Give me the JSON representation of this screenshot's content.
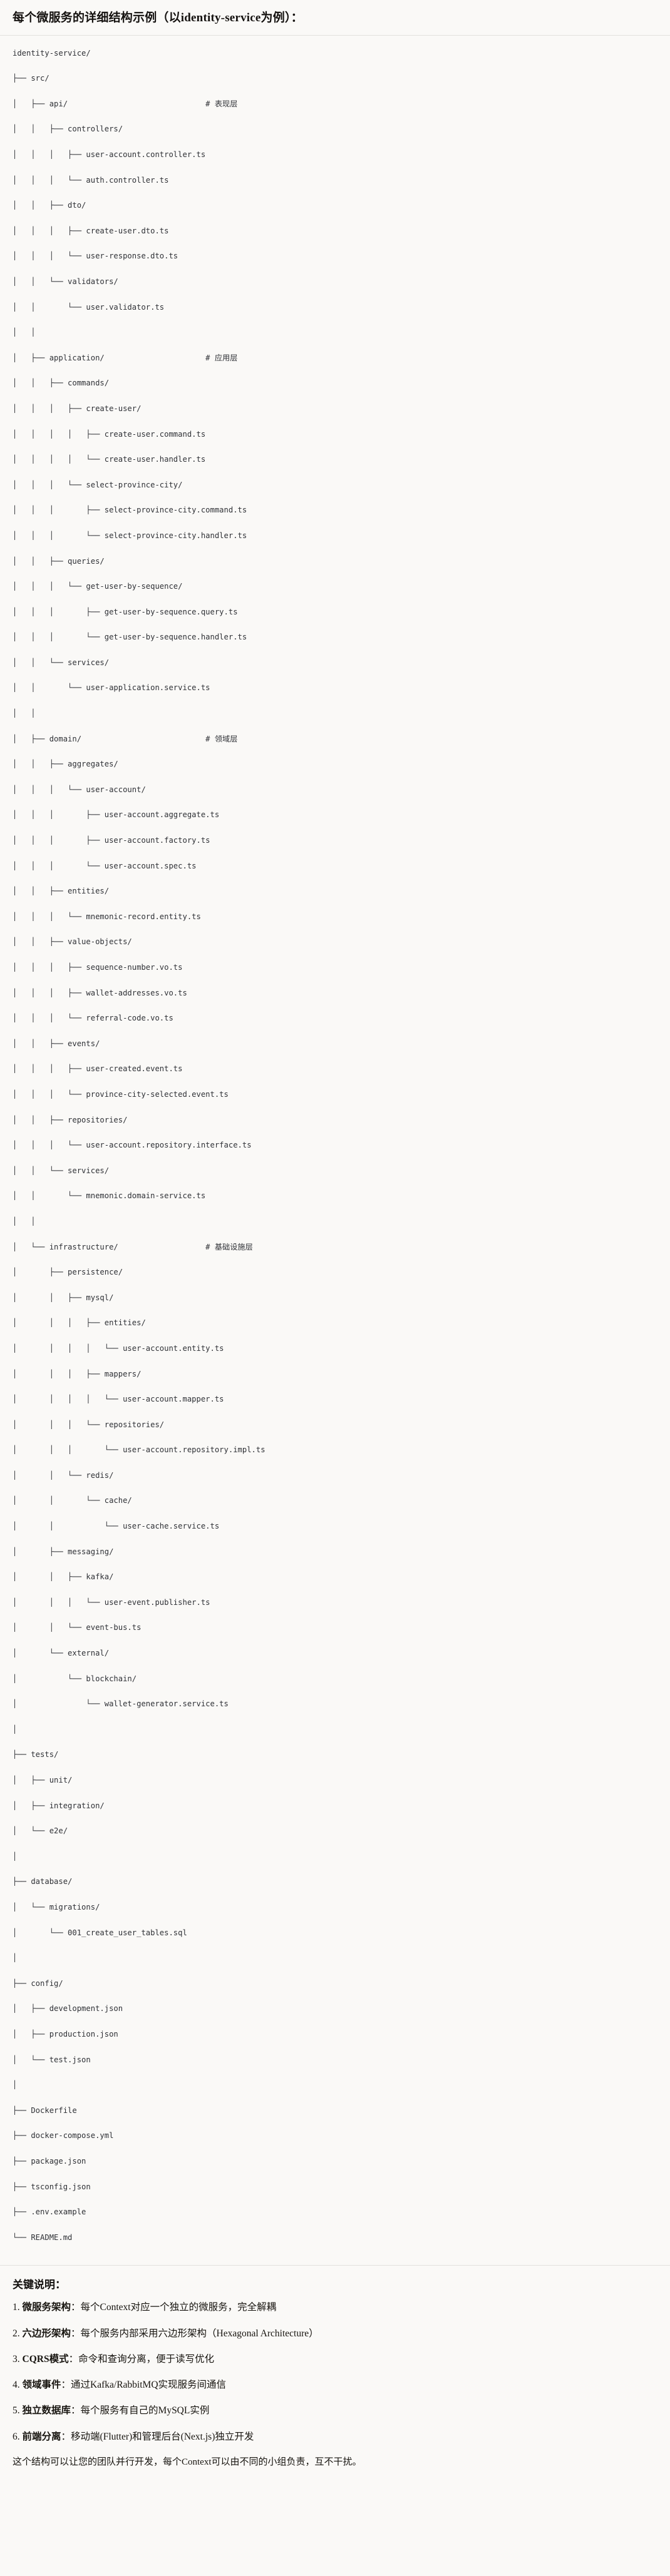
{
  "header": {
    "title": "每个微服务的详细结构示例（以identity-service为例）："
  },
  "tree": {
    "root": "identity-service/",
    "lines": [
      "identity-service/",
      "├── src/",
      "│   ├── api/                              # 表现层",
      "│   │   ├── controllers/",
      "│   │   │   ├── user-account.controller.ts",
      "│   │   │   └── auth.controller.ts",
      "│   │   ├── dto/",
      "│   │   │   ├── create-user.dto.ts",
      "│   │   │   └── user-response.dto.ts",
      "│   │   └── validators/",
      "│   │       └── user.validator.ts",
      "│   │",
      "│   ├── application/                      # 应用层",
      "│   │   ├── commands/",
      "│   │   │   ├── create-user/",
      "│   │   │   │   ├── create-user.command.ts",
      "│   │   │   │   └── create-user.handler.ts",
      "│   │   │   └── select-province-city/",
      "│   │   │       ├── select-province-city.command.ts",
      "│   │   │       └── select-province-city.handler.ts",
      "│   │   ├── queries/",
      "│   │   │   └── get-user-by-sequence/",
      "│   │   │       ├── get-user-by-sequence.query.ts",
      "│   │   │       └── get-user-by-sequence.handler.ts",
      "│   │   └── services/",
      "│   │       └── user-application.service.ts",
      "│   │",
      "│   ├── domain/                           # 领域层",
      "│   │   ├── aggregates/",
      "│   │   │   └── user-account/",
      "│   │   │       ├── user-account.aggregate.ts",
      "│   │   │       ├── user-account.factory.ts",
      "│   │   │       └── user-account.spec.ts",
      "│   │   ├── entities/",
      "│   │   │   └── mnemonic-record.entity.ts",
      "│   │   ├── value-objects/",
      "│   │   │   ├── sequence-number.vo.ts",
      "│   │   │   ├── wallet-addresses.vo.ts",
      "│   │   │   └── referral-code.vo.ts",
      "│   │   ├── events/",
      "│   │   │   ├── user-created.event.ts",
      "│   │   │   └── province-city-selected.event.ts",
      "│   │   ├── repositories/",
      "│   │   │   └── user-account.repository.interface.ts",
      "│   │   └── services/",
      "│   │       └── mnemonic.domain-service.ts",
      "│   │",
      "│   └── infrastructure/                   # 基础设施层",
      "│       ├── persistence/",
      "│       │   ├── mysql/",
      "│       │   │   ├── entities/",
      "│       │   │   │   └── user-account.entity.ts",
      "│       │   │   ├── mappers/",
      "│       │   │   │   └── user-account.mapper.ts",
      "│       │   │   └── repositories/",
      "│       │   │       └── user-account.repository.impl.ts",
      "│       │   └── redis/",
      "│       │       └── cache/",
      "│       │           └── user-cache.service.ts",
      "│       ├── messaging/",
      "│       │   ├── kafka/",
      "│       │   │   └── user-event.publisher.ts",
      "│       │   └── event-bus.ts",
      "│       └── external/",
      "│           └── blockchain/",
      "│               └── wallet-generator.service.ts",
      "│",
      "├── tests/",
      "│   ├── unit/",
      "│   ├── integration/",
      "│   └── e2e/",
      "│",
      "├── database/",
      "│   └── migrations/",
      "│       └── 001_create_user_tables.sql",
      "│",
      "├── config/",
      "│   ├── development.json",
      "│   ├── production.json",
      "│   └── test.json",
      "│",
      "├── Dockerfile",
      "├── docker-compose.yml",
      "├── package.json",
      "├── tsconfig.json",
      "├── .env.example",
      "└── README.md"
    ],
    "layer_comments": [
      {
        "path": "api/",
        "comment": "# 表现层"
      },
      {
        "path": "application/",
        "comment": "# 应用层"
      },
      {
        "path": "domain/",
        "comment": "# 领域层"
      },
      {
        "path": "infrastructure/",
        "comment": "# 基础设施层"
      }
    ]
  },
  "notes": {
    "title": "关键说明：",
    "items": [
      {
        "num": "1.",
        "key": "微服务架构",
        "sep": "：",
        "body": "每个Context对应一个独立的微服务，完全解耦"
      },
      {
        "num": "2.",
        "key": "六边形架构",
        "sep": "：",
        "body": "每个服务内部采用六边形架构（Hexagonal Architecture）"
      },
      {
        "num": "3.",
        "key": "CQRS模式",
        "sep": "：",
        "body": "命令和查询分离，便于读写优化"
      },
      {
        "num": "4.",
        "key": "领域事件",
        "sep": "：",
        "body": "通过Kafka/RabbitMQ实现服务间通信"
      },
      {
        "num": "5.",
        "key": "独立数据库",
        "sep": "：",
        "body": "每个服务有自己的MySQL实例"
      },
      {
        "num": "6.",
        "key": "前端分离",
        "sep": "：",
        "body": "移动端(Flutter)和管理后台(Next.js)独立开发"
      }
    ],
    "closing": "这个结构可以让您的团队并行开发，每个Context可以由不同的小组负责，互不干扰。"
  },
  "colors": {
    "background": "#faf9f7",
    "text": "#1a1a1a",
    "tree_text": "#2f3136",
    "divider": "#e3e1dd"
  }
}
